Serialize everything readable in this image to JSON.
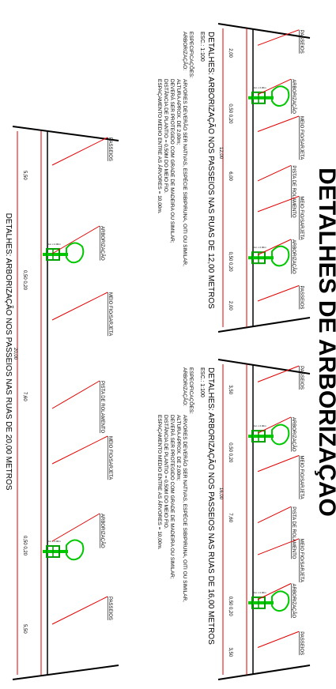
{
  "banner": "DETALHES DE ARBORIZAÇÃO",
  "labels": {
    "arborizacao": "ARBORIZAÇÃO",
    "passeios": "PASSEIOS",
    "meio_fio": "MEIO FIO/SARJETA",
    "pista": "PISTA DE ROLAMENTO",
    "grade": "1m x 2.00m"
  },
  "spec_rows": [
    {
      "label": "ESPECIFICAÇÕES:",
      "text": ""
    },
    {
      "label": "ARBORIZAÇÃO:",
      "text": "ARVORES DEVERÃO SER NATIVAS, ESPÉCIE SIBIPIRUNA, OITI OU SIMILAR,"
    },
    {
      "label": "",
      "text": "ALTURA APROX. DE 2,00m;"
    },
    {
      "label": "",
      "text": "DEVERÁ SER PROTEGIDO COM GRADE DE MADEIRA OU SIMILAR;"
    },
    {
      "label": "",
      "text": "DISTÂNCIA DE PLANTIO = 0,50M DO MEIO FIO."
    },
    {
      "label": "",
      "text": "ESPAÇAMENTO MEDIO ENTRE AS ÁRVORES = 10,00m."
    }
  ],
  "panels": [
    {
      "id": "12m",
      "title": "DETALHES: ARBORIZAÇÃO NOS PASSEIOS NAS RUAS DE 12,00 METROS",
      "scale": "ESC.: 1:100",
      "dims": {
        "side": "2,00",
        "offset_a": "0,50",
        "offset_b": "0,20",
        "mid": "6,00",
        "total": "12,00"
      }
    },
    {
      "id": "16m",
      "title": "DETALHES: ARBORIZAÇÃO NOS PASSEIOS NAS RUAS DE 16,00 METROS",
      "scale": "ESC.: 1:100",
      "dims": {
        "side": "3,50",
        "offset_a": "0,50",
        "offset_b": "0,20",
        "mid": "7,60",
        "total": "16,00"
      }
    },
    {
      "id": "20m",
      "title": "DETALHES: ARBORIZAÇÃO NOS PASSEIOS NAS RUAS DE 20,00 METROS",
      "scale": "",
      "dims": {
        "side": "5,50",
        "offset_a": "0,50",
        "offset_b": "0,20",
        "mid": "7,60",
        "total": "20,00"
      }
    }
  ],
  "colors": {
    "road_line": "#e00000",
    "tree": "#00c800",
    "grade": "#00a000",
    "ink": "#000000"
  }
}
